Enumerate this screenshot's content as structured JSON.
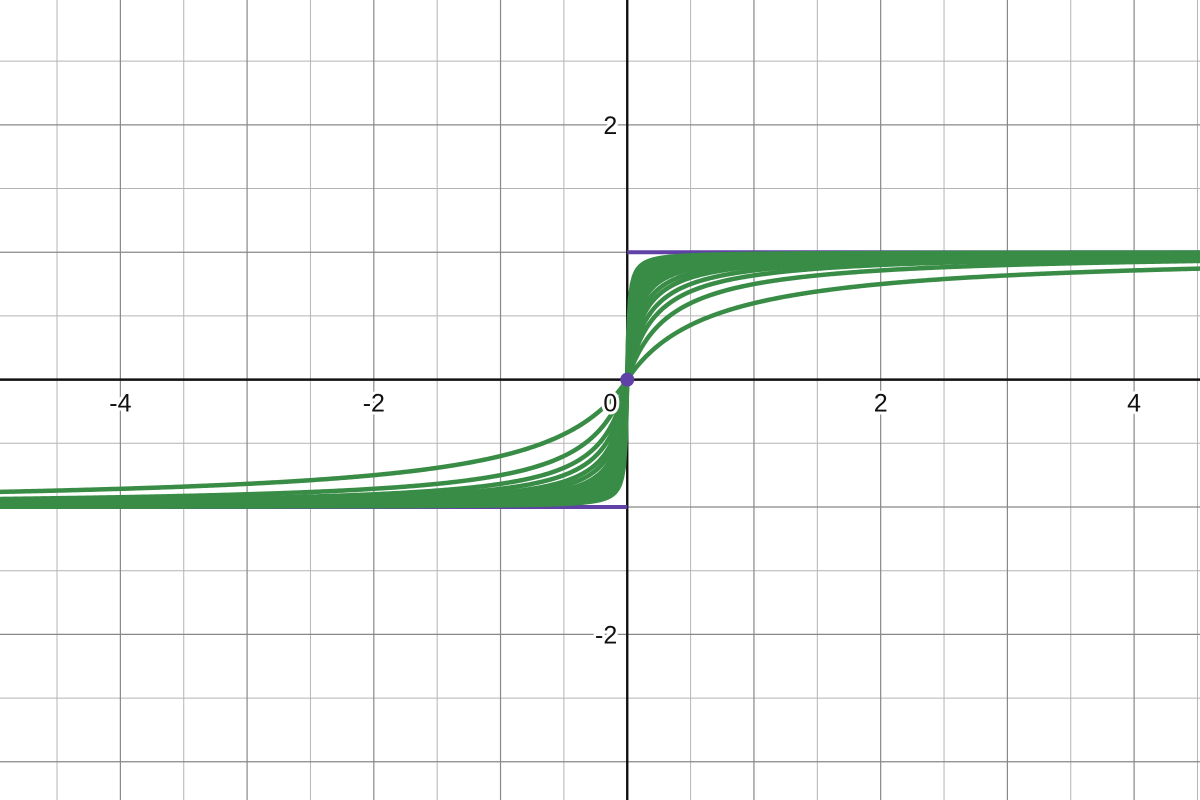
{
  "colors": {
    "curve": "#388c46",
    "bound": "#6042a6",
    "point": "#6042a6",
    "axis": "#111111",
    "background": "#ffffff"
  },
  "chart_data": {
    "type": "line",
    "xlim": [
      -4.95,
      4.52
    ],
    "ylim": [
      -3.3,
      2.98
    ],
    "grid": true,
    "minor_grid_step": 0.5,
    "major_grid_step": 1,
    "x_ticks": [
      {
        "value": -4,
        "label": "-4"
      },
      {
        "value": -2,
        "label": "-2"
      },
      {
        "value": 2,
        "label": "2"
      },
      {
        "value": 4,
        "label": "4"
      }
    ],
    "y_ticks": [
      {
        "value": 2,
        "label": "2"
      },
      {
        "value": -2,
        "label": "-2"
      }
    ],
    "origin_label": "0",
    "family": {
      "description_values": "curves passing through origin, approaching y=1 and y=-1",
      "steepness": [
        1.5,
        3,
        4.5,
        6,
        8,
        10,
        13,
        16,
        20,
        25,
        30,
        40,
        50,
        65,
        80
      ],
      "asymptote_upper": 1,
      "asymptote_lower": -1
    },
    "bounds": [
      {
        "y": 1,
        "x_from": 0,
        "x_to": 4.52
      },
      {
        "y": -1,
        "x_from": -4.95,
        "x_to": 0
      }
    ],
    "points": [
      {
        "x": 0,
        "y": 0
      }
    ]
  }
}
